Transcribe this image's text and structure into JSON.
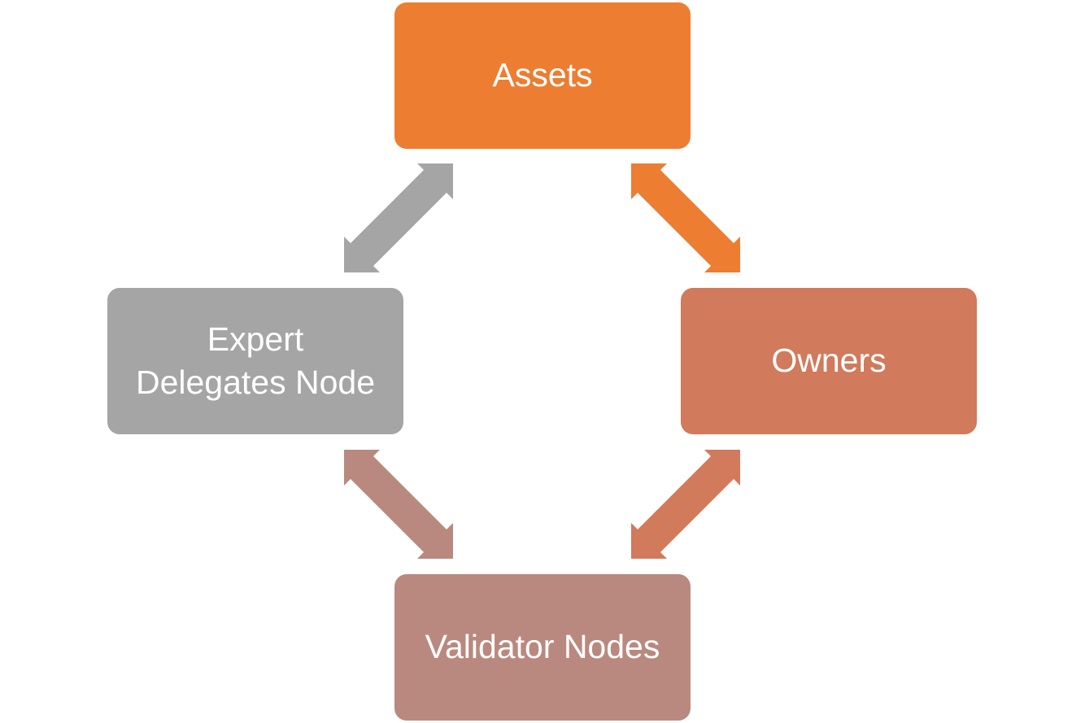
{
  "nodes": {
    "assets": {
      "label": "Assets",
      "color": "#ED7D31"
    },
    "expert_delegates": {
      "label_line1": "Expert",
      "label_line2": "Delegates Node",
      "color": "#A5A5A5"
    },
    "owners": {
      "label": "Owners",
      "color": "#D17A5C"
    },
    "validator_nodes": {
      "label": "Validator Nodes",
      "color": "#B9897F"
    }
  },
  "connections": [
    {
      "from": "assets",
      "to": "expert_delegates",
      "color": "#A5A5A5",
      "direction": "bidirectional"
    },
    {
      "from": "assets",
      "to": "owners",
      "color": "#ED7D31",
      "direction": "bidirectional"
    },
    {
      "from": "expert_delegates",
      "to": "validator_nodes",
      "color": "#B9897F",
      "direction": "bidirectional"
    },
    {
      "from": "owners",
      "to": "validator_nodes",
      "color": "#D17A5C",
      "direction": "bidirectional"
    }
  ]
}
